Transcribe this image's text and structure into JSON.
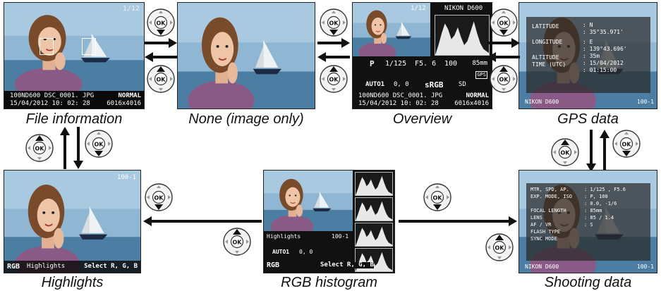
{
  "captions": {
    "file_info": "File information",
    "none": "None (image only)",
    "overview": "Overview",
    "gps": "GPS data",
    "highlights": "Highlights",
    "rgb": "RGB histogram",
    "shooting": "Shooting data"
  },
  "file_info": {
    "frame": "1/12",
    "folder_file": "100ND600 DSC_0001. JPG",
    "quality": "NORMAL",
    "date_time": "15/04/2012 10: 02: 28",
    "size": "6016x4016"
  },
  "overview": {
    "frame": "1/12",
    "camera": "NIKON D600",
    "mode": "P",
    "shutter": "1/125",
    "aperture": "F5. 6",
    "iso": "100",
    "focal": "85mm",
    "wb": "AUTO1",
    "wb_adj": "0, 0",
    "color_space": "sRGB",
    "picture_control": "SD",
    "gps_badge": "GPS",
    "folder_file": "100ND600 DSC_0001. JPG",
    "quality": "NORMAL",
    "date_time": "15/04/2012 10: 02: 28",
    "size": "6016x4016"
  },
  "gps": {
    "latitude_label": "LATITUDE",
    "latitude_dir": ": N",
    "latitude_val": ": 35°35.971'",
    "longitude_label": "LONGITUDE",
    "longitude_dir": ": E",
    "longitude_val": ": 139°43.696'",
    "altitude_label": "ALTITUDE",
    "altitude_val": ": 35m",
    "time_label": "TIME (UTC)",
    "date_val": ": 15/04/2012",
    "time_val": ": 01:15:00",
    "camera": "NIKON D600",
    "folder": "100-1"
  },
  "highlights": {
    "folder": "100-1",
    "channel": "RGB",
    "label": "Highlights",
    "select": "Select R, G, B"
  },
  "rgb": {
    "label": "Highlights",
    "folder": "100-1",
    "wb": "AUTO1",
    "wb_adj": "0, 0",
    "channel": "RGB",
    "select": "Select R, G, B"
  },
  "shooting": {
    "row1_label": "MTR, SPD, AP.",
    "row1_val": ": 1/125 , F5.6",
    "row2_label": "EXP. MODE, ISO",
    "row2_val": ": P, 100",
    "row3_val": ": 0.0, -1/6",
    "row4_label": "FOCAL LENGTH",
    "row4_val": ": 85mm",
    "row5_label": "LENS",
    "row5_val": ": 85  / 1.4",
    "row6_label": "AF / VR",
    "row6_val": ": S",
    "row7_label": "FLASH TYPE",
    "row8_label": "SYNC MODE",
    "camera": "NIKON D600",
    "folder": "100-1"
  }
}
